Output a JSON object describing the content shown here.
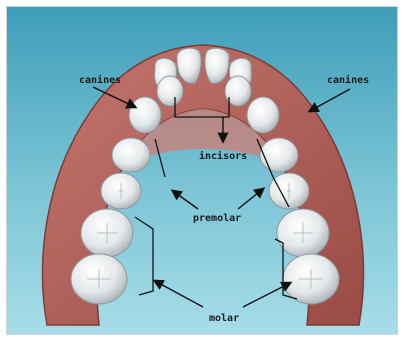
{
  "labels": {
    "canines_left": "canines",
    "canines_right": "canines",
    "incisors": "incisors",
    "premolar": "premolar",
    "molar": "molar"
  },
  "colors": {
    "background_top": "#4aa6bf",
    "background_bottom": "#9cd7e3",
    "gum": "#b86a63",
    "gum_dark": "#7f3a36",
    "palate": "#c97a70",
    "tooth": "#e9ecee",
    "tooth_shadow": "#9aa3a8",
    "arrow": "#111111"
  }
}
